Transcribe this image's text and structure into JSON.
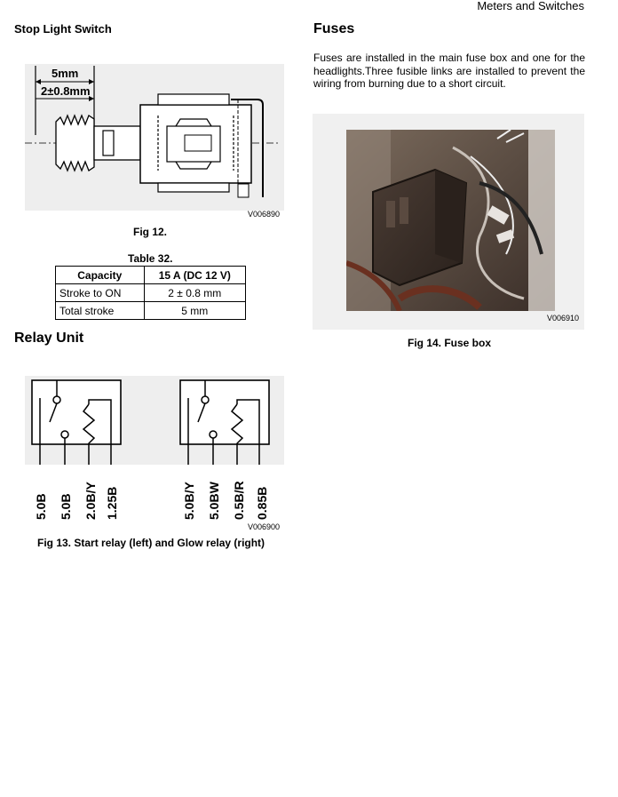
{
  "header": {
    "section": "Meters and Switches"
  },
  "stop_light": {
    "title": "Stop Light Switch",
    "dim_outer": "5mm",
    "dim_inner": "2±0.8mm",
    "figure_code": "V006890",
    "figure_caption": "Fig 12."
  },
  "table": {
    "caption": "Table 32.",
    "headers": [
      "Capacity",
      "15 A (DC 12 V)"
    ],
    "rows": [
      [
        "Stroke to ON",
        "2 ± 0.8 mm"
      ],
      [
        "Total stroke",
        "5 mm"
      ]
    ]
  },
  "relay": {
    "title": "Relay Unit",
    "start_labels": [
      "5.0B",
      "5.0B",
      "2.0B/Y",
      "1.25B"
    ],
    "glow_labels": [
      "5.0B/Y",
      "5.0BW",
      "0.5B/R",
      "0.85B"
    ],
    "figure_code": "V006900",
    "figure_caption": "Fig 13. Start relay (left) and Glow relay (right)"
  },
  "fuses": {
    "title": "Fuses",
    "body": "Fuses are installed in the main fuse box and one for the headlights.Three fusible links are installed to prevent the wiring from burning due to a short circuit.",
    "figure_code": "V006910",
    "figure_caption": "Fig 14. Fuse box"
  }
}
